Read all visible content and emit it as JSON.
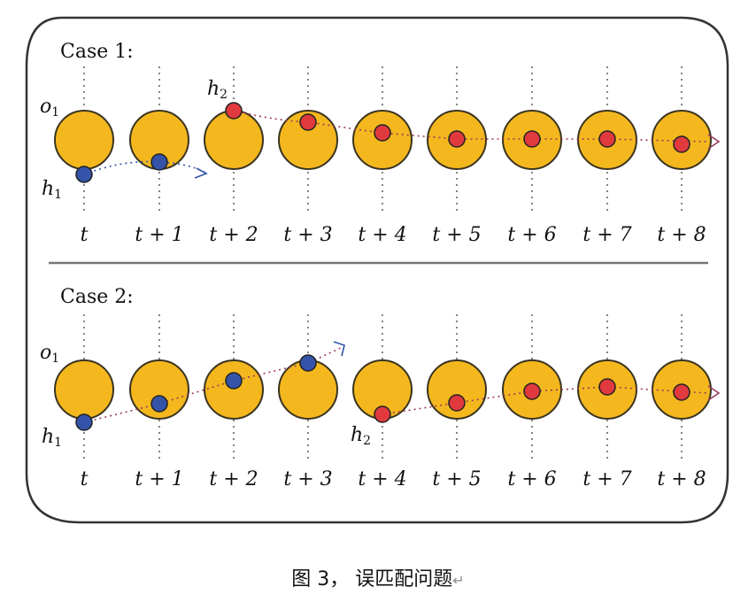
{
  "figure": {
    "colors": {
      "object_fill": "#F4B81E",
      "object_stroke": "#3a3320",
      "h1_fill": "#3553A8",
      "h2_fill": "#E0393E",
      "track_h1": "#3553A8",
      "track_h2": "#9A3A5A",
      "frame": "#333333",
      "gridline": "#666666"
    },
    "time_labels": [
      "t",
      "t + 1",
      "t + 2",
      "t + 3",
      "t + 4",
      "t + 5",
      "t + 6",
      "t + 7",
      "t + 8"
    ],
    "cases": [
      {
        "title": "Case 1:",
        "object_label": "o",
        "object_sub": "1",
        "h1_label": "h",
        "h1_sub": "1",
        "h2_label": "h",
        "h2_sub": "2"
      },
      {
        "title": "Case 2:",
        "object_label": "o",
        "object_sub": "1",
        "h1_label": "h",
        "h1_sub": "1",
        "h2_label": "h",
        "h2_sub": "2"
      }
    ]
  },
  "caption": {
    "text": "图 3， 误匹配问题",
    "return_mark": "↵"
  }
}
